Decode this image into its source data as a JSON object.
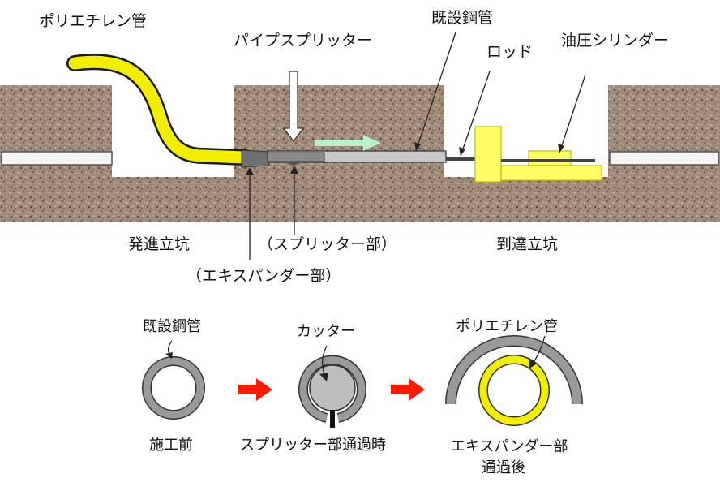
{
  "top_diagram": {
    "label_polyethylene_pipe": "ポリエチレン管",
    "label_pipe_splitter": "パイプスプリッター",
    "label_existing_steel_pipe": "既設鋼管",
    "label_rod": "ロッド",
    "label_hydraulic_cylinder": "油圧シリンダー",
    "label_launch_pit": "発進立坑",
    "label_splitter_part": "（スプリッター部）",
    "label_arrival_pit": "到達立坑",
    "label_expander_part": "（エキスパンダー部）"
  },
  "bottom_diagram": {
    "stage1_top_label": "既設鋼管",
    "stage1_caption": "施工前",
    "stage2_top_label": "カッター",
    "stage2_caption": "スプリッター部通過時",
    "stage3_top_label": "ポリエチレン管",
    "stage3_caption_line1": "エキスパンダー部",
    "stage3_caption_line2": "通過後"
  },
  "colors": {
    "soil": "#a08a78",
    "polyethylene": "#f2ee00",
    "steel_pipe": "#9a9a9a",
    "red_arrow": "#ff1a00",
    "cylinder": "#ffff66",
    "pale_arrow": "#b9f0c9"
  }
}
